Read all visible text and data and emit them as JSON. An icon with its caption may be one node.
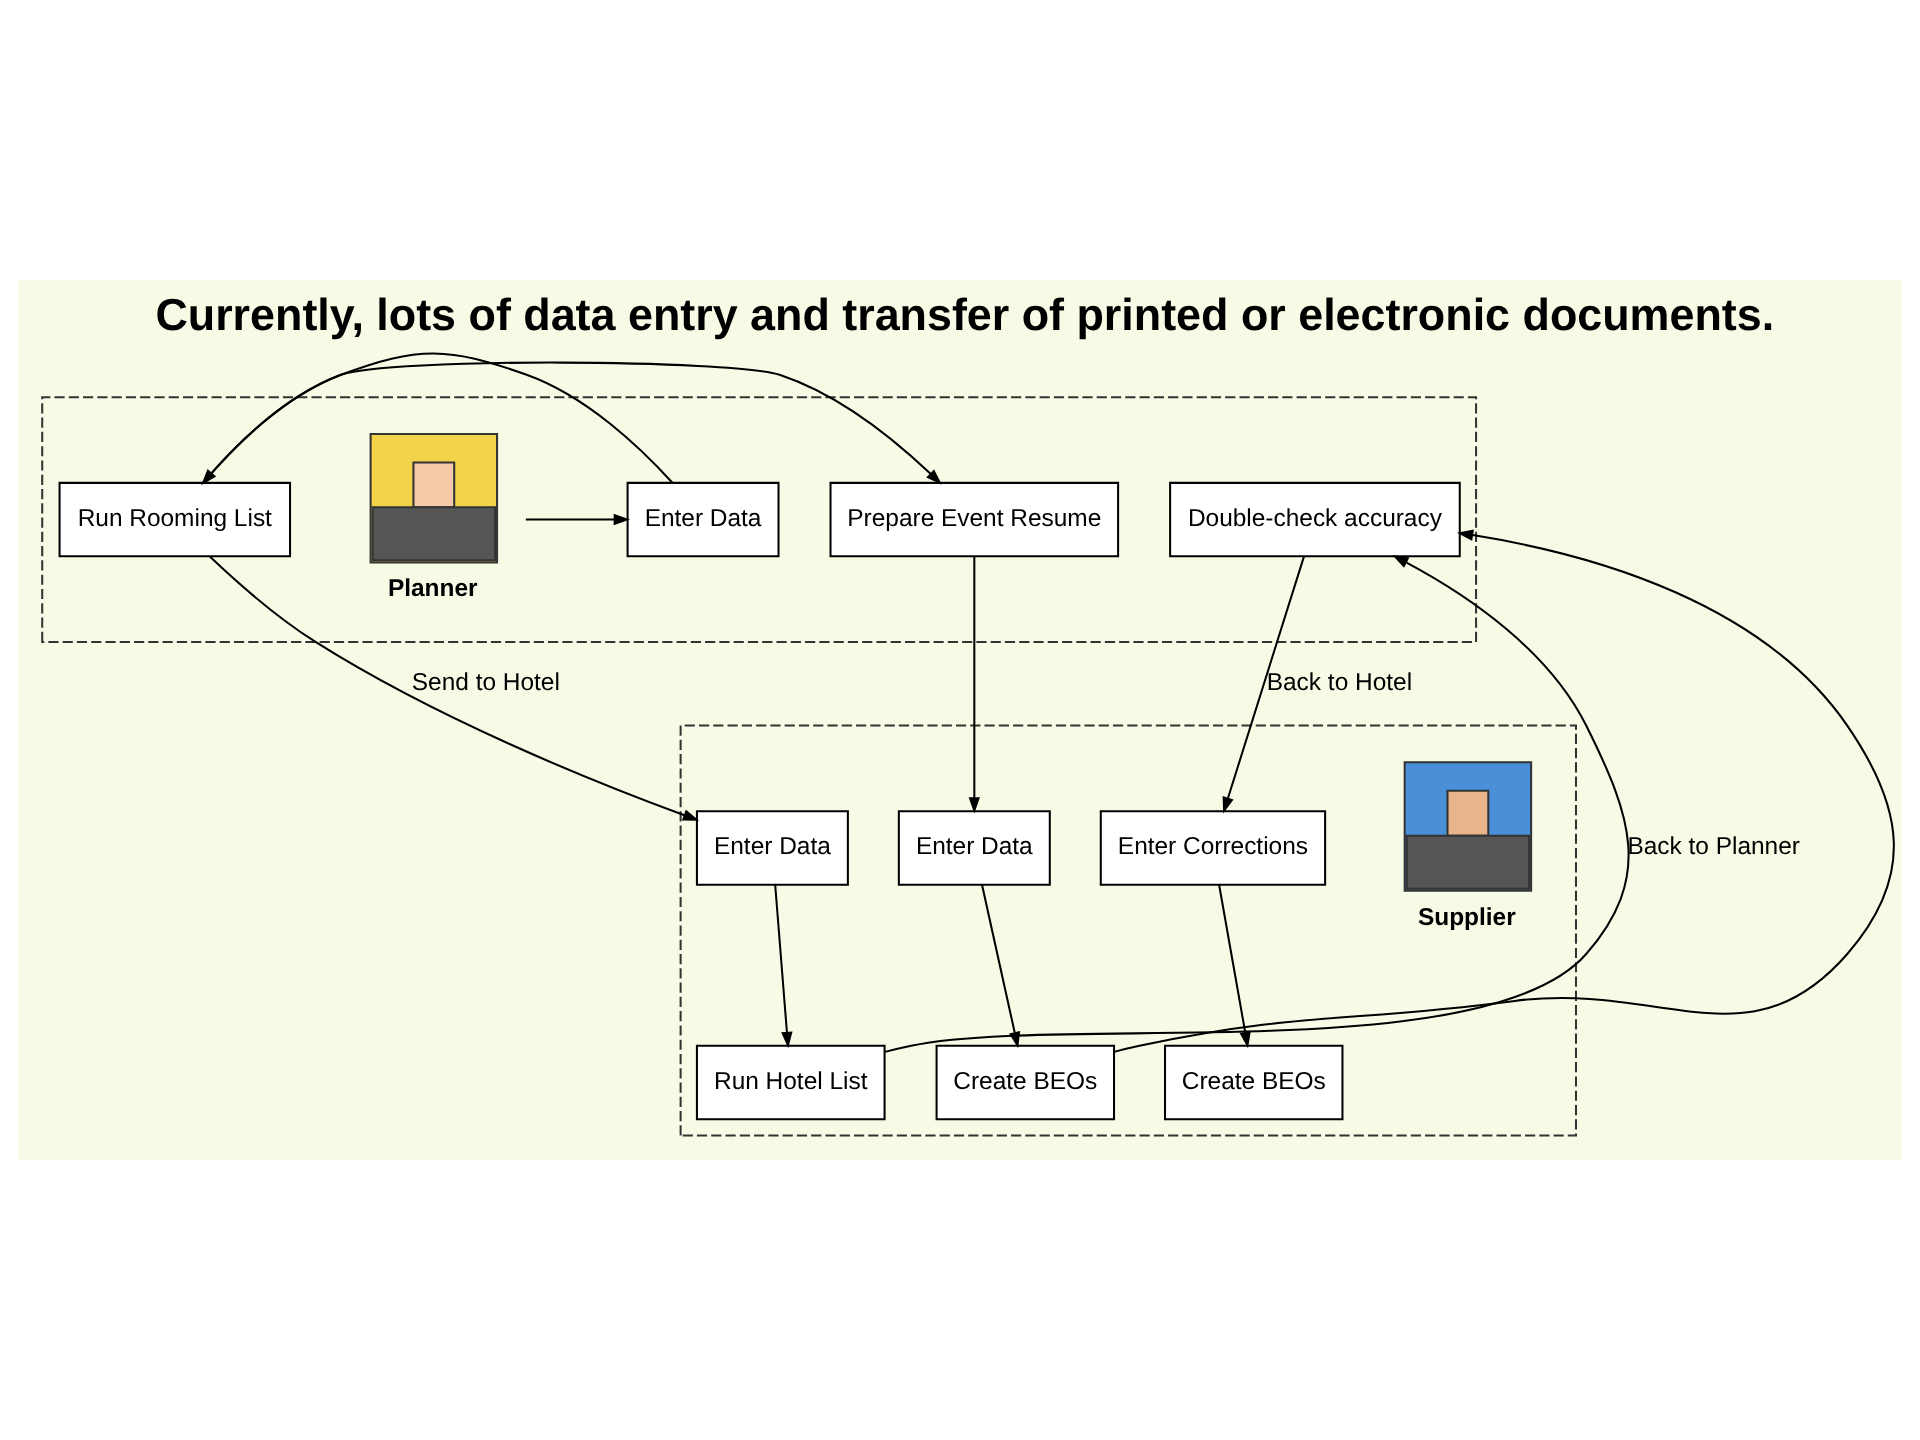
{
  "diagram": {
    "title": "Currently, lots of data entry and transfer of printed or electronic documents.",
    "nodes": [
      {
        "text": [],
        "shape": "box"
      },
      {
        "text": [],
        "shape": "person",
        "beside": [
          "Planner"
        ],
        "in": 0
      },
      {
        "text": [
          "Enter Data"
        ],
        "in": 0
      },
      {
        "text": [
          "Run Rooming List"
        ],
        "in": 0
      },
      {
        "text": [
          "Prepare Event Resume"
        ],
        "in": 0
      },
      {
        "text": [
          "Double-check accuracy"
        ],
        "in": 0
      },
      {
        "text": [],
        "shape": "box"
      },
      {
        "text": [],
        "shape": "person",
        "beside": [
          "Supplier"
        ],
        "in": 6
      },
      {
        "text": [
          "Enter Data"
        ],
        "in": 6
      },
      {
        "text": [
          "Run Hotel List"
        ],
        "in": 6
      },
      {
        "text": [
          "Enter Data"
        ],
        "in": 6
      },
      {
        "text": [
          "Create BEOs"
        ],
        "in": 6
      },
      {
        "text": [
          "Enter Corrections"
        ],
        "in": 6
      },
      {
        "text": [
          "Create BEOs"
        ],
        "in": 6
      }
    ],
    "edges": [
      {
        "from": 1,
        "to": 2,
        "arrow": "to"
      },
      {
        "from": 2,
        "to": 3,
        "arrow": "to"
      },
      {
        "from": 3,
        "to": 4,
        "arrow": "to"
      },
      {
        "from": 3,
        "to": 8,
        "arrow": "to",
        "label": "Send to Hotel"
      },
      {
        "from": 4,
        "to": 10,
        "arrow": "to"
      },
      {
        "from": 8,
        "to": 9,
        "arrow": "to"
      },
      {
        "from": 10,
        "to": 11,
        "arrow": "to"
      },
      {
        "from": 9,
        "to": 5,
        "arrow": "to",
        "label": "Back to Planner"
      },
      {
        "from": 11,
        "to": 5,
        "arrow": "to"
      },
      {
        "from": 5,
        "to": 12,
        "arrow": "to",
        "label": "Back to Hotel"
      },
      {
        "from": 12,
        "to": 13,
        "arrow": "to"
      }
    ]
  }
}
